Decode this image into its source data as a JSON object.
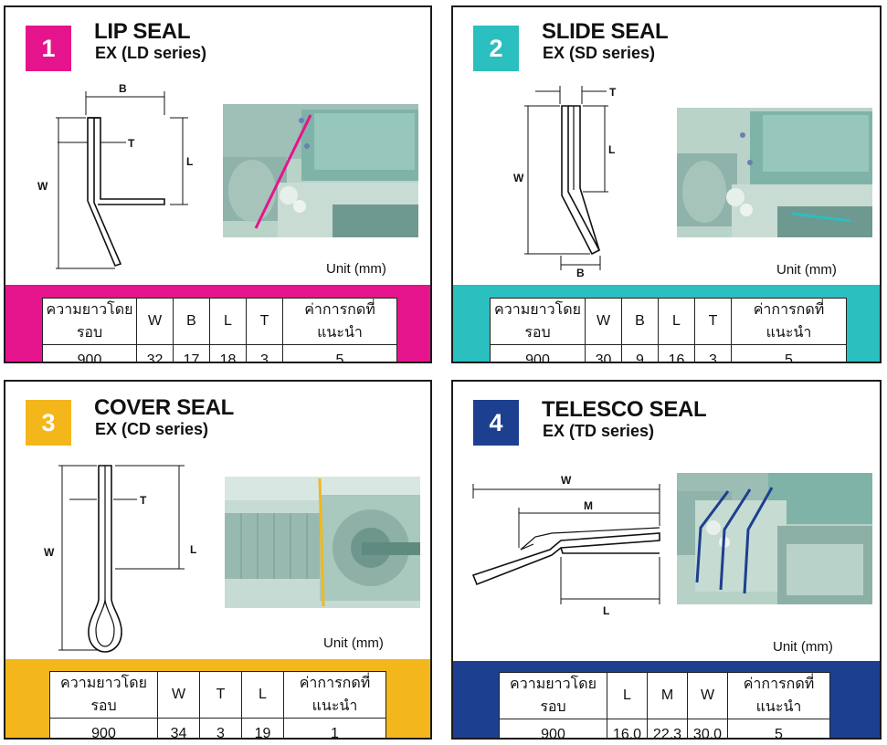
{
  "colors": {
    "magenta": "#e6148c",
    "teal": "#2bbfc0",
    "yellow": "#f3b71c",
    "navy": "#1d3f8f"
  },
  "panels": [
    {
      "number": "1",
      "title": "LIP SEAL",
      "subtitle": "EX (LD series)",
      "unit": "Unit (mm)",
      "dims": {
        "B": "B",
        "T": "T",
        "L": "L",
        "W": "W"
      },
      "table": {
        "headers": [
          "ความยาวโดยรอบ",
          "W",
          "B",
          "L",
          "T",
          "ค่าการกดที่แนะนำ"
        ],
        "values": [
          "900",
          "32",
          "17",
          "18",
          "3",
          "5"
        ]
      }
    },
    {
      "number": "2",
      "title": "SLIDE SEAL",
      "subtitle": "EX (SD series)",
      "unit": "Unit (mm)",
      "dims": {
        "T": "T",
        "L": "L",
        "W": "W",
        "B": "B"
      },
      "table": {
        "headers": [
          "ความยาวโดยรอบ",
          "W",
          "B",
          "L",
          "T",
          "ค่าการกดที่แนะนำ"
        ],
        "values": [
          "900",
          "30",
          "9",
          "16",
          "3",
          "5"
        ]
      }
    },
    {
      "number": "3",
      "title": "COVER SEAL",
      "subtitle": "EX (CD series)",
      "unit": "Unit (mm)",
      "dims": {
        "T": "T",
        "L": "L",
        "W": "W"
      },
      "table": {
        "headers": [
          "ความยาวโดยรอบ",
          "W",
          "T",
          "L",
          "ค่าการกดที่แนะนำ"
        ],
        "values": [
          "900",
          "34",
          "3",
          "19",
          "1"
        ]
      }
    },
    {
      "number": "4",
      "title": "TELESCO SEAL",
      "subtitle": "EX (TD series)",
      "unit": "Unit (mm)",
      "dims": {
        "W": "W",
        "M": "M",
        "L": "L"
      },
      "table": {
        "headers": [
          "ความยาวโดยรอบ",
          "L",
          "M",
          "W",
          "ค่าการกดที่แนะนำ"
        ],
        "values": [
          "900",
          "16.0",
          "22.3",
          "30.0",
          "5"
        ]
      }
    }
  ]
}
